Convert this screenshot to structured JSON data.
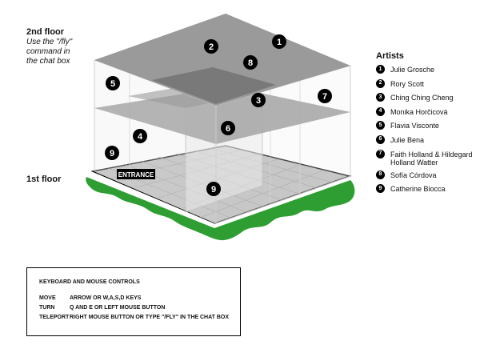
{
  "floors": {
    "second": {
      "label": "2nd floor",
      "note": "Use the \"/fly\" command in the chat box"
    },
    "first": {
      "label": "1st floor"
    }
  },
  "entrance_label": "ENTRANCE",
  "artists_title": "Artists",
  "artists": [
    {
      "num": "1",
      "name": "Julie Grosche"
    },
    {
      "num": "2",
      "name": "Rory Scott"
    },
    {
      "num": "3",
      "name": "Ching Ching Cheng"
    },
    {
      "num": "4",
      "name": "Monika Horčicová"
    },
    {
      "num": "5",
      "name": "Flavia Visconte"
    },
    {
      "num": "6",
      "name": "Julie Bena"
    },
    {
      "num": "7",
      "name": "Faith Holland & Hildegard Holland Watter"
    },
    {
      "num": "8",
      "name": "Sofía Córdova"
    },
    {
      "num": "9",
      "name": "Catherine Biocca"
    }
  ],
  "controls": {
    "title": "KEYBOARD AND MOUSE CONTROLS",
    "rows": [
      {
        "key": "MOVE",
        "value": "ARROW OR W,A,S,D KEYS"
      },
      {
        "key": "TURN",
        "value": "Q AND E OR LEFT MOUSE BUTTON"
      },
      {
        "key": "TELEPORT",
        "value": "RIGHT MOUSE BUTTON OR TYPE \"/FLY\" IN THE CHAT BOX"
      }
    ]
  },
  "colors": {
    "grass": "#2e9e32",
    "top_slab": "#9a9a9a",
    "mid_slab": "#8a8a8a",
    "inner_slab": "#6e6e6e",
    "ground": "#b5b5b5",
    "badge": "#000000"
  }
}
